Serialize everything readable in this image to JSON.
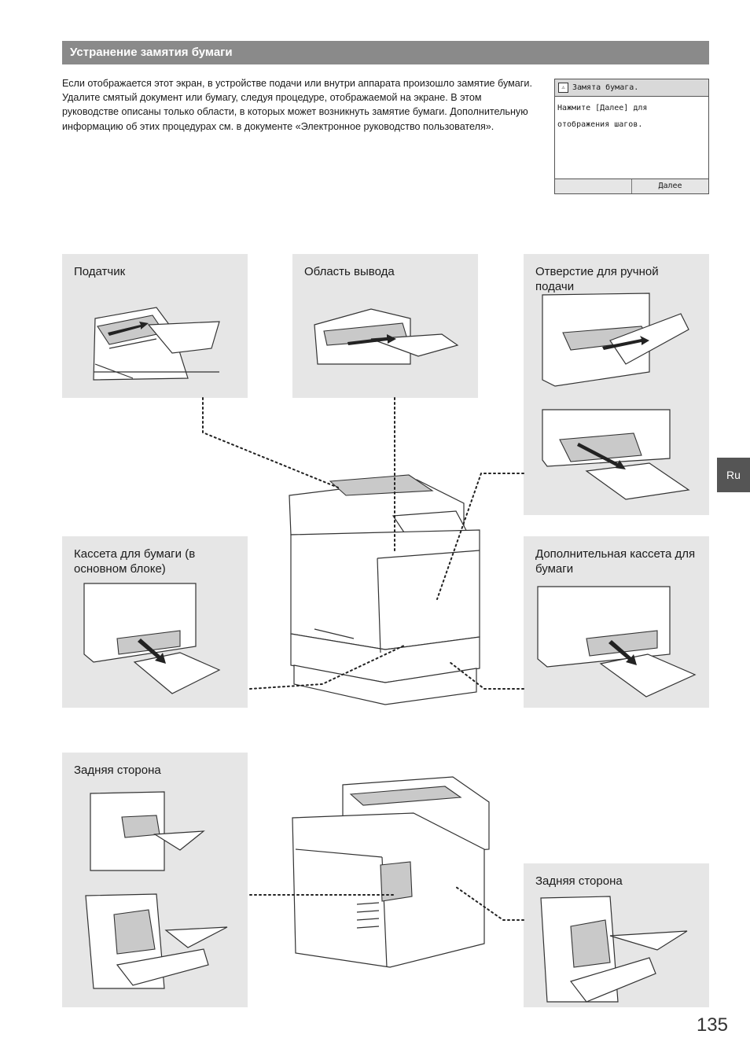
{
  "header": {
    "title": "Устранение замятия бумаги"
  },
  "intro": {
    "text": "Если отображается этот экран, в устройстве подачи или внутри аппарата произошло замятие бумаги. Удалите смятый документ или бумагу, следуя процедуре, отображаемой на экране. В этом руководстве описаны только области, в которых может возникнуть замятие бумаги. Дополнительную информацию об этих процедурах см. в документе «Электронное руководство пользователя»."
  },
  "screen": {
    "title": "Замята бумага.",
    "body": "Нажмите [Далее] для\nотображения шагов.",
    "button": "Далее"
  },
  "panels": {
    "feeder": "Податчик",
    "output": "Область вывода",
    "manual": "Отверстие для ручной подачи",
    "cassette_main": "Кассета для бумаги (в основном блоке)",
    "cassette_optional": "Дополнительная кассета для бумаги",
    "rear_left": "Задняя сторона",
    "rear_right": "Задняя сторона"
  },
  "tab": "Ru",
  "page_number": "135"
}
